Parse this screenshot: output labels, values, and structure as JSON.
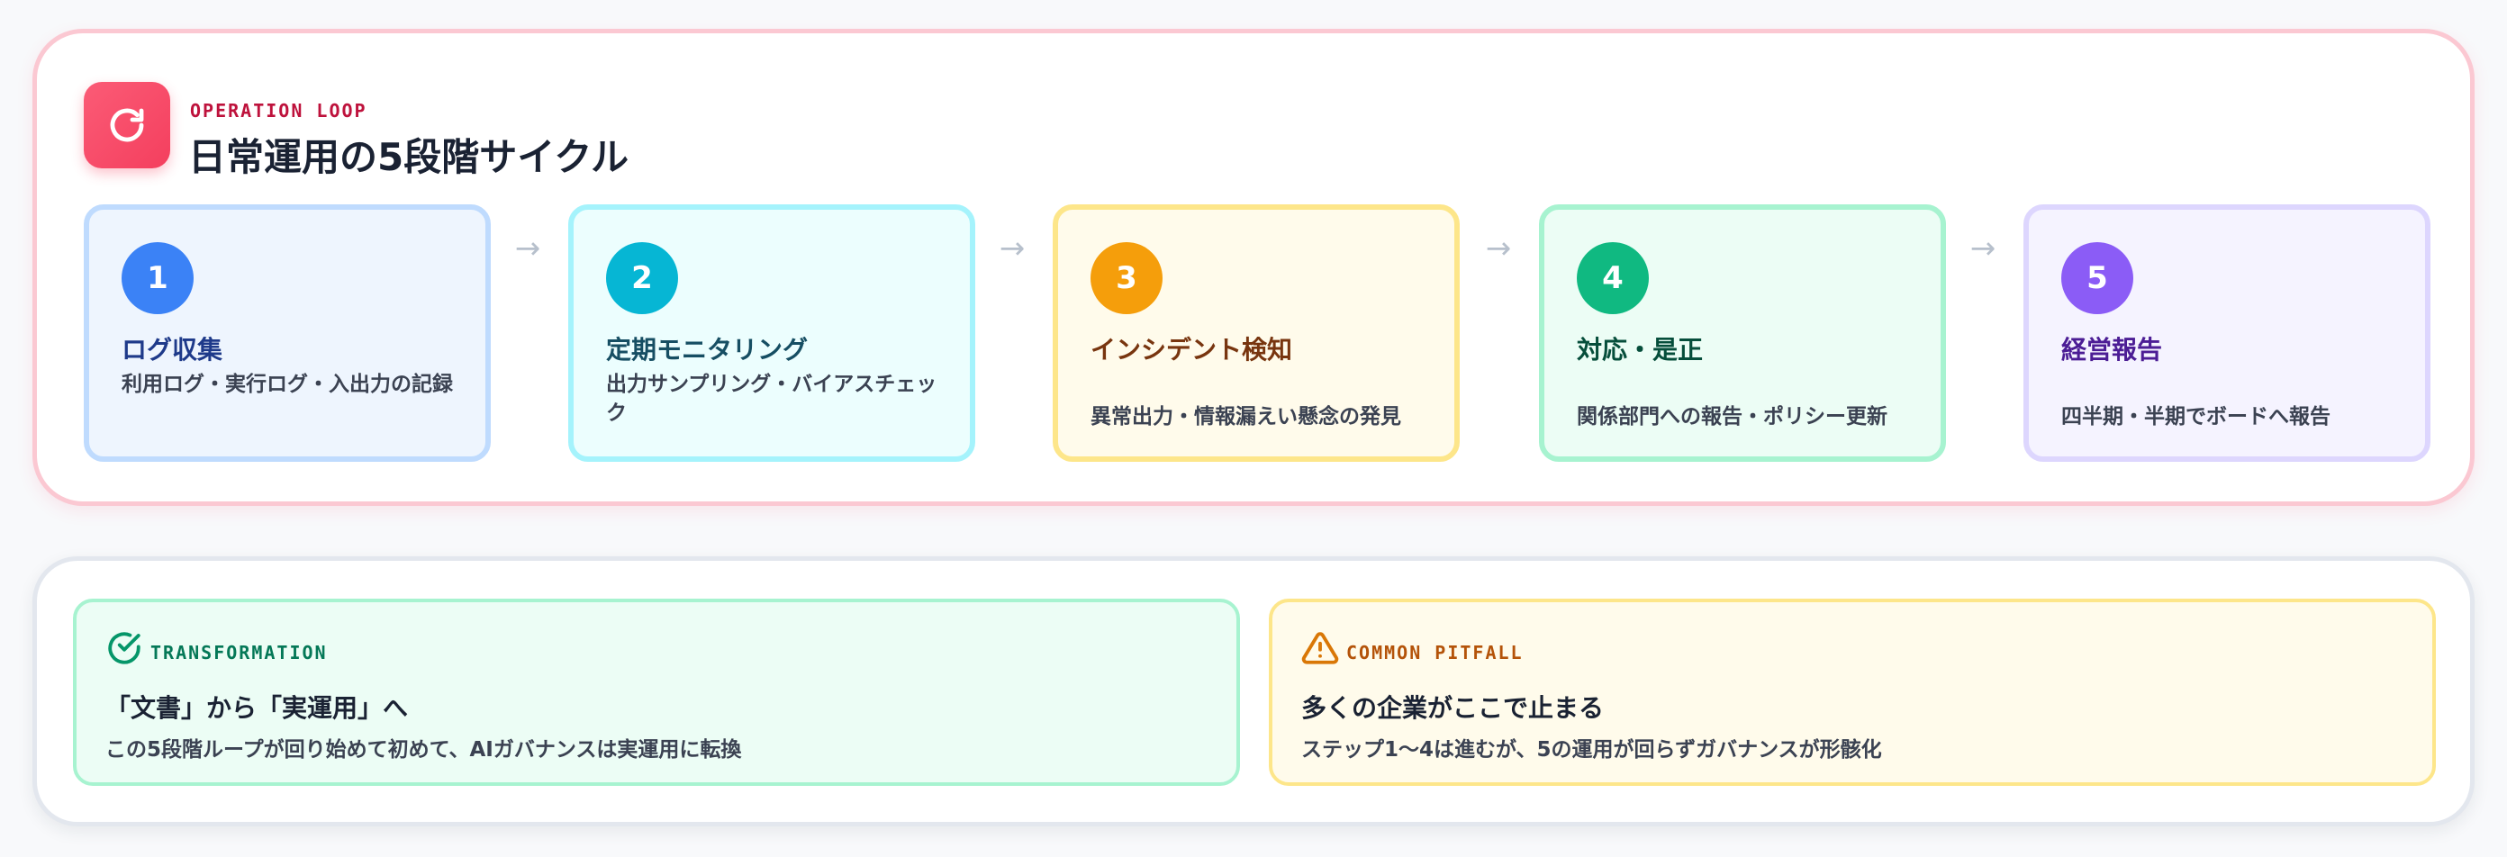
{
  "loop": {
    "eyebrow": "OPERATION LOOP",
    "title": "日常運用の5段階サイクル",
    "icon": "refresh-icon",
    "accent": "#f43f5e"
  },
  "steps": [
    {
      "num": "1",
      "title": "ログ収集",
      "desc": "利用ログ・実行ログ・入出力の記録",
      "color": "#3b82f6",
      "bg": "#eef5fe",
      "border": "#bfdbfe",
      "titleColor": "#1e3a8a"
    },
    {
      "num": "2",
      "title": "定期モニタリング",
      "desc": "出力サンプリング・バイアスチェック",
      "color": "#06b6d4",
      "bg": "#ecfefe",
      "border": "#a5f3fc",
      "titleColor": "#164e63"
    },
    {
      "num": "3",
      "title": "インシデント検知",
      "desc": "異常出力・情報漏えい懸念の発見",
      "color": "#f59e0b",
      "bg": "#fffbeb",
      "border": "#fde68a",
      "titleColor": "#78350f"
    },
    {
      "num": "4",
      "title": "対応・是正",
      "desc": "関係部門への報告・ポリシー更新",
      "color": "#10b981",
      "bg": "#ecfdf5",
      "border": "#a7f3d0",
      "titleColor": "#064e3b"
    },
    {
      "num": "5",
      "title": "経営報告",
      "desc": "四半期・半期でボードへ報告",
      "color": "#8b5cf6",
      "bg": "#f5f3ff",
      "border": "#ddd6fe",
      "titleColor": "#4c1d95"
    }
  ],
  "transformation": {
    "tag": "TRANSFORMATION",
    "title": "「文書」から「実運用」へ",
    "desc": "この5段階ループが回り始めて初めて、AIガバナンスは実運用に転換",
    "icon": "check-circle-icon"
  },
  "pitfall": {
    "tag": "COMMON PITFALL",
    "title": "多くの企業がここで止まる",
    "desc": "ステップ1〜4は進むが、5の運用が回らずガバナンスが形骸化",
    "icon": "warning-icon"
  }
}
